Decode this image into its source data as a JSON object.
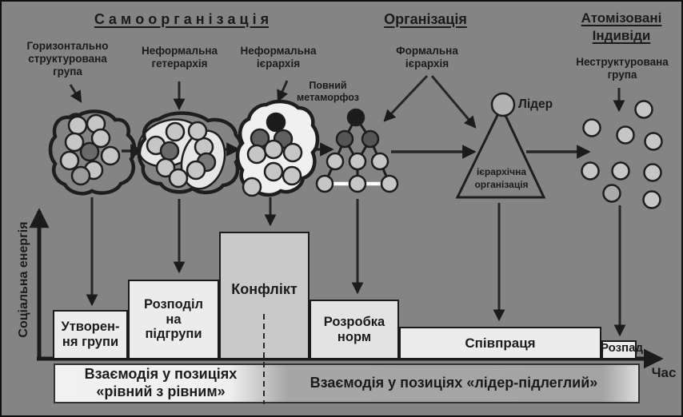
{
  "headers": {
    "self_organization": "С а м о о р г а н і з а ц і я",
    "organization": "Організація",
    "atomized_individuals": "Атомізовані\nІндивіди"
  },
  "labels": {
    "horizontal_group": "Горизонтально\nструктурована\nгрупа",
    "informal_heterarchy": "Неформальна\nгетерархія",
    "informal_hierarchy": "Неформальна\nієрархія",
    "full_metamorphosis": "Повний\nметаморфоз",
    "formal_hierarchy": "Формальна\nієрархія",
    "leader": "Лідер",
    "hierarchical_org": "ієрархічна\nорганізація",
    "unstructured_group": "Неструктурована\nгрупа"
  },
  "axes": {
    "y_label": "Соціальна енергія",
    "x_label": "Час"
  },
  "bars": [
    {
      "label": "Утворен-\nня групи"
    },
    {
      "label": "Розподіл\nна\nпідгрупи"
    },
    {
      "label": "Конфлікт"
    },
    {
      "label": "Розробка\nнорм"
    },
    {
      "label": "Співпраця"
    },
    {
      "label": "Розпад"
    }
  ],
  "bands": {
    "peer": "Взаємодія у позиціях\n«рівний з рівним»",
    "leader_subordinate": "Взаємодія у позиціях «лідер-підлеглий»"
  },
  "colors": {
    "background": "#848484",
    "ink": "#1b1b1b",
    "bar_fill": "#ececec",
    "conflict_fill": "#c9c9c9",
    "member_light": "#c6c6c6",
    "member_dark": "#6a6a6a",
    "member_black": "#1b1b1b",
    "leader_fill": "#b3b3b3"
  }
}
